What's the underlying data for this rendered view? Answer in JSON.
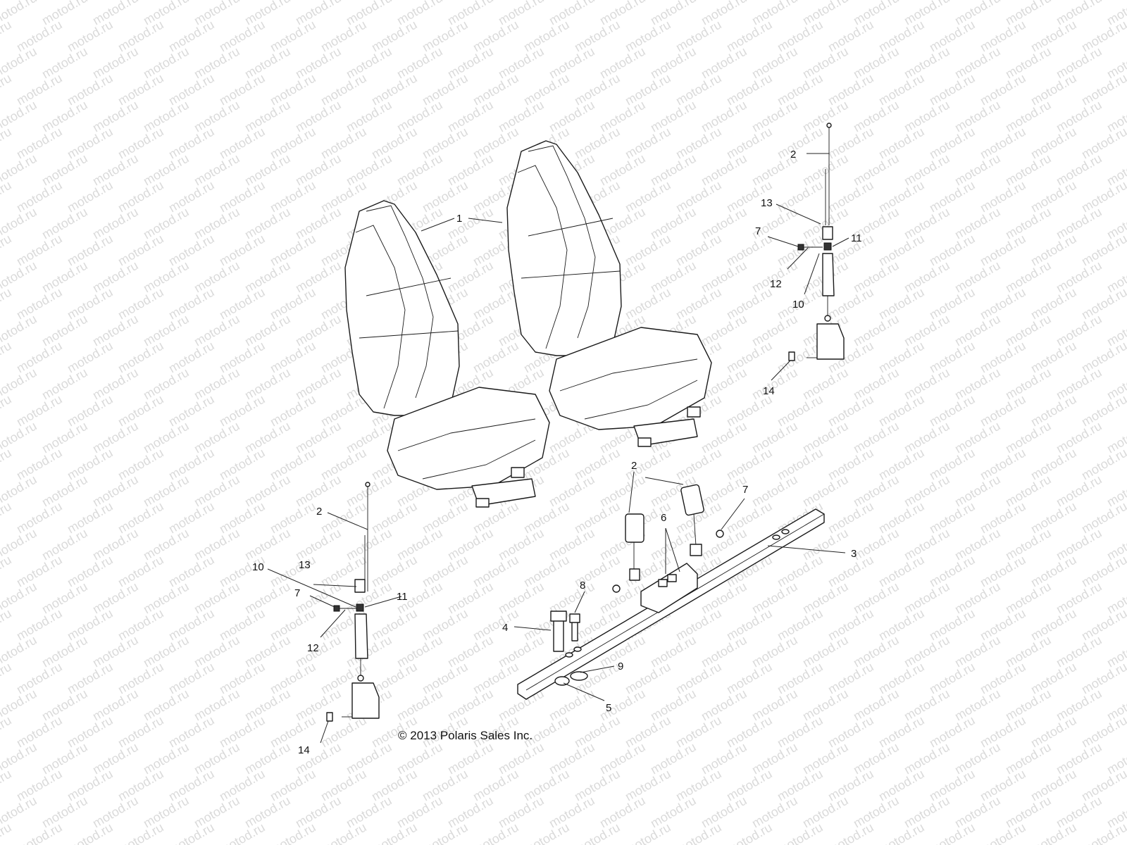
{
  "copyright": "© 2013 Polaris Sales Inc.",
  "watermark": "motod.ru",
  "callouts": {
    "seat_1": "1",
    "belt_right_2": "2",
    "belt_left_2": "2",
    "buckle_2": "2",
    "crossbar_3": "3",
    "bolt_4": "4",
    "nut_5": "5",
    "bolt_6": "6",
    "nut_right_7": "7",
    "nut_left_7": "7",
    "nut_bar_7": "7",
    "bolt_8": "8",
    "washer_9": "9",
    "part_right_10": "10",
    "part_left_10": "10",
    "part_right_11": "11",
    "part_left_11": "11",
    "part_right_12": "12",
    "part_left_12": "12",
    "part_right_13": "13",
    "part_left_13": "13",
    "part_right_14": "14",
    "part_left_14": "14"
  }
}
